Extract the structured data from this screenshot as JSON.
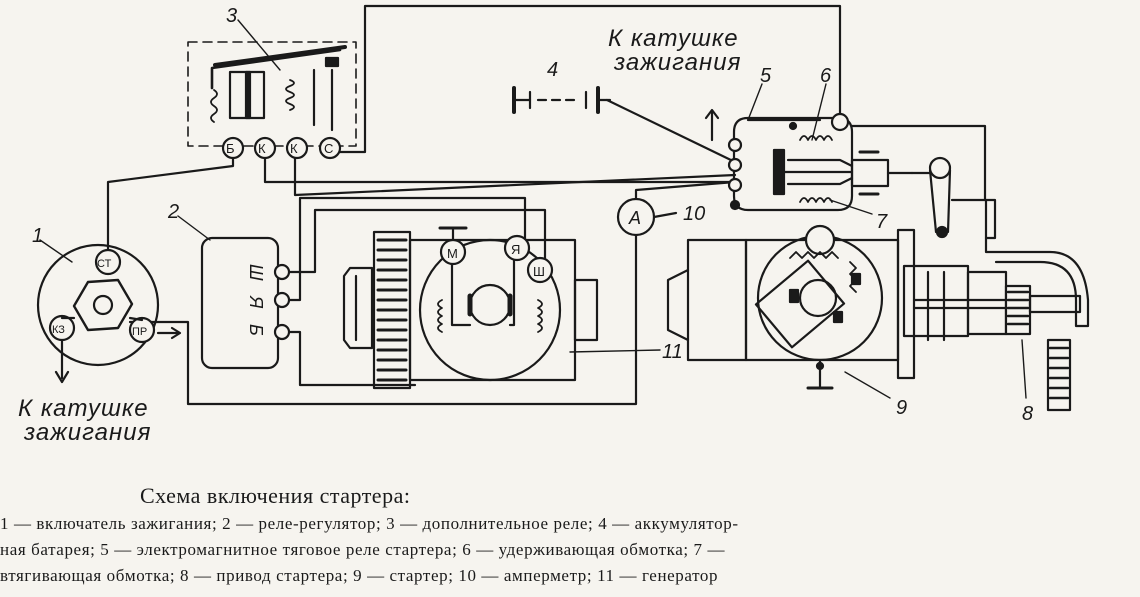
{
  "figure": {
    "part_numbers": [
      "1",
      "2",
      "3",
      "4",
      "5",
      "6",
      "7",
      "8",
      "9",
      "10",
      "11"
    ],
    "terminals": {
      "relay3": [
        "Б",
        "К",
        "К",
        "С"
      ],
      "switch1": [
        "СТ",
        "КЗ",
        "ПР"
      ],
      "regulator2": [
        "Б",
        "Я",
        "Ш"
      ],
      "generator11": [
        "М",
        "Я",
        "Ш"
      ],
      "ammeter": "А"
    },
    "notes": {
      "to_coil_top": "К катушке зажигания",
      "to_coil_bottom": "К катушке зажигания"
    }
  },
  "caption": {
    "title": "Схема включения стартера:",
    "body": [
      "1 — включатель зажигания;  2 — реле-регулятор;  3 — дополнительное реле;  4 — аккумулятор-",
      "ная батарея;  5 — электромагнитное тяговое реле стартера;  6 — удерживающая обмотка;  7 —",
      "втягивающая обмотка;  8 — привод стартера;  9 — стартер;  10 — амперметр;  11 — генератор"
    ]
  }
}
